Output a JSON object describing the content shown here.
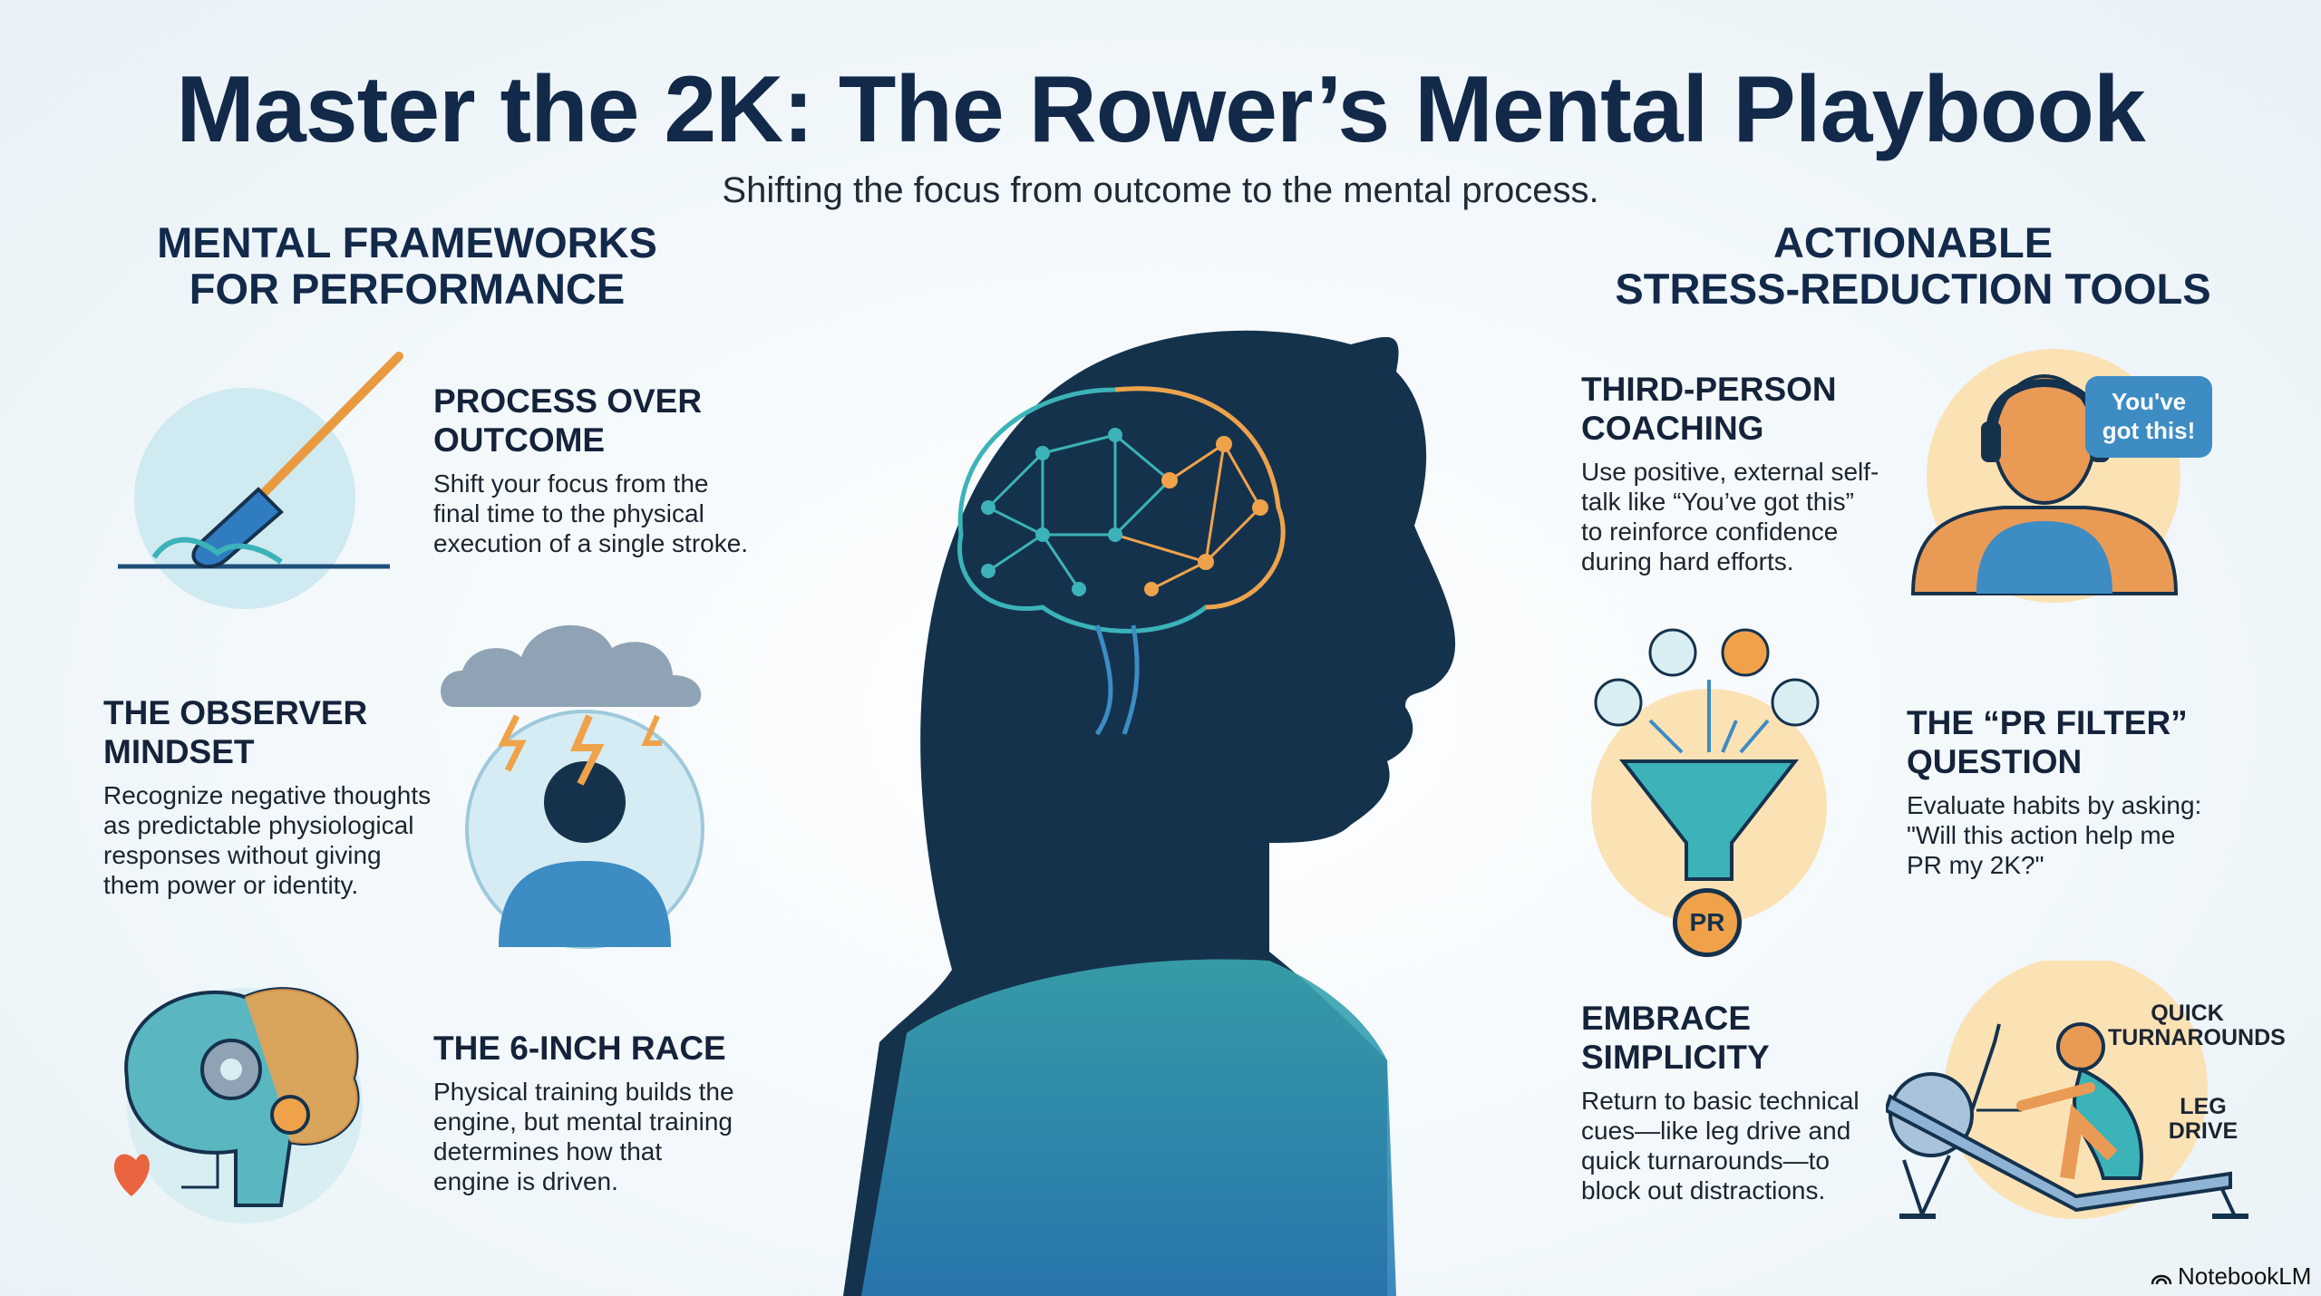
{
  "header": {
    "title": "Master the 2K: The Rower’s Mental Playbook",
    "subtitle": "Shifting the focus from outcome to the mental process."
  },
  "left_column": {
    "heading_line1": "MENTAL FRAMEWORKS",
    "heading_line2": "FOR PERFORMANCE",
    "sections": [
      {
        "title_line1": "PROCESS OVER",
        "title_line2": "OUTCOME",
        "body": [
          "Shift your focus from the",
          "final time to the physical",
          "execution of a single stroke."
        ]
      },
      {
        "title_line1": "THE OBSERVER",
        "title_line2": "MINDSET",
        "body": [
          "Recognize negative thoughts",
          "as predictable physiological",
          "responses without giving",
          "them power or identity."
        ]
      },
      {
        "title_line1": "THE 6-INCH RACE",
        "title_line2": "",
        "body": [
          "Physical training builds the",
          "engine, but mental training",
          "determines how that",
          "engine is driven."
        ]
      }
    ]
  },
  "right_column": {
    "heading_line1": "ACTIONABLE",
    "heading_line2": "STRESS-REDUCTION TOOLS",
    "sections": [
      {
        "title_line1": "THIRD-PERSON",
        "title_line2": "COACHING",
        "body": [
          "Use positive, external self-",
          "talk like “You’ve got this”",
          "to reinforce confidence",
          "during hard efforts."
        ]
      },
      {
        "title_line1": "THE “PR FILTER”",
        "title_line2": "QUESTION",
        "body": [
          "Evaluate habits by asking:",
          "\"Will this action help me",
          "PR my 2K?\""
        ]
      },
      {
        "title_line1": "EMBRACE",
        "title_line2": "SIMPLICITY",
        "body": [
          "Return to basic technical",
          "cues—like leg drive and",
          "quick turnarounds—to",
          "block out distractions."
        ]
      }
    ]
  },
  "illustrations": {
    "speech_bubble_line1": "You've",
    "speech_bubble_line2": "got this!",
    "pr_badge": "PR",
    "rower_label_quick_1": "QUICK",
    "rower_label_quick_2": "TURNAROUNDS",
    "rower_label_leg_1": "LEG",
    "rower_label_leg_2": "DRIVE"
  },
  "footer": {
    "brand": "NotebookLM"
  },
  "colors": {
    "navy": "#13294a",
    "teal": "#3bb3b8",
    "orange": "#f0a24a",
    "blue": "#3d8cc4"
  }
}
